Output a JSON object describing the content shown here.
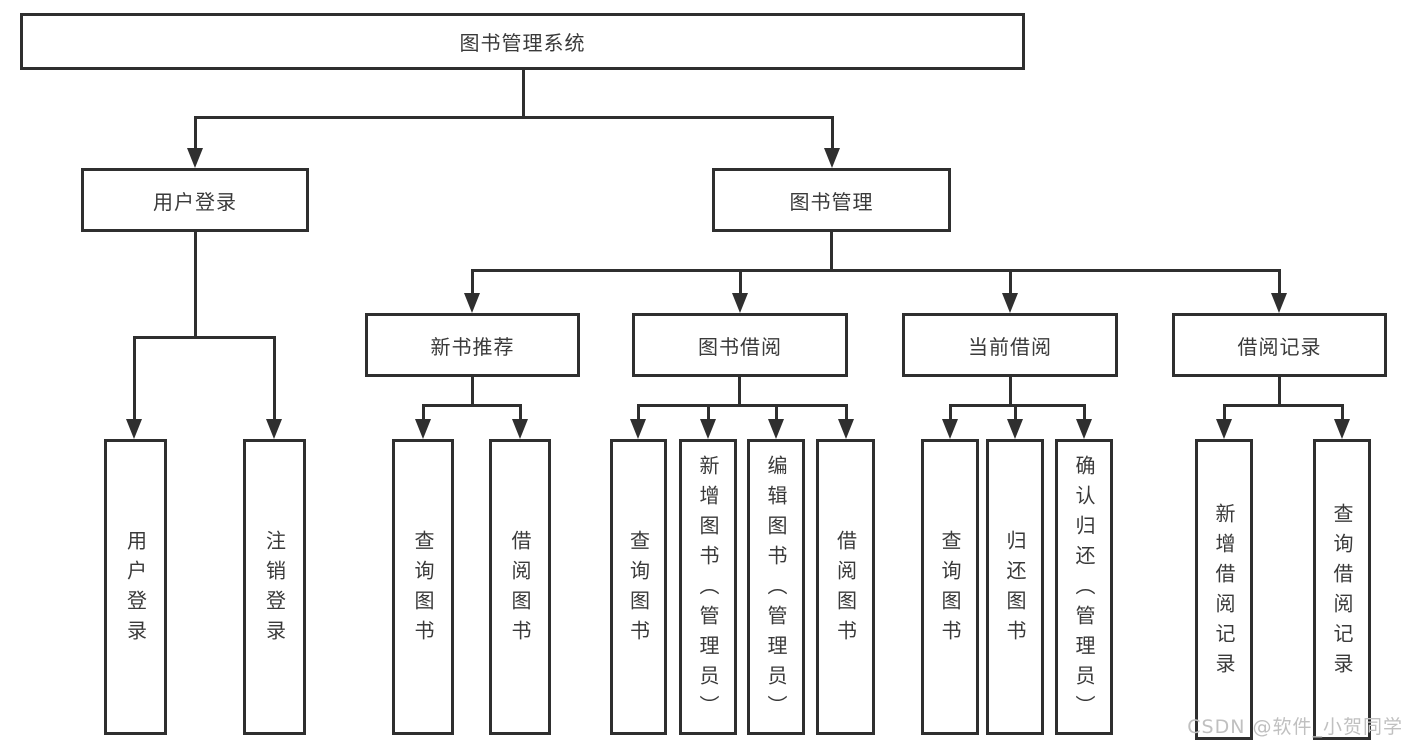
{
  "tree": {
    "label": "图书管理系统",
    "children": [
      {
        "label": "用户登录",
        "children": [
          {
            "label": "用户登录"
          },
          {
            "label": "注销登录"
          }
        ]
      },
      {
        "label": "图书管理",
        "children": [
          {
            "label": "新书推荐",
            "children": [
              {
                "label": "查询图书"
              },
              {
                "label": "借阅图书"
              }
            ]
          },
          {
            "label": "图书借阅",
            "children": [
              {
                "label": "查询图书"
              },
              {
                "label": "新增图书（管理员）"
              },
              {
                "label": "编辑图书（管理员）"
              },
              {
                "label": "借阅图书"
              }
            ]
          },
          {
            "label": "当前借阅",
            "children": [
              {
                "label": "查询图书"
              },
              {
                "label": "归还图书"
              },
              {
                "label": "确认归还（管理员）"
              }
            ]
          },
          {
            "label": "借阅记录",
            "children": [
              {
                "label": "新增借阅记录"
              },
              {
                "label": "查询借阅记录"
              }
            ]
          }
        ]
      }
    ]
  },
  "watermark": {
    "text": "CSDN @软件_小贺同学",
    "color": "#c0c0c0"
  },
  "colors": {
    "line": "#2f2f2f",
    "text": "#3a3a3a",
    "background": "#ffffff"
  }
}
